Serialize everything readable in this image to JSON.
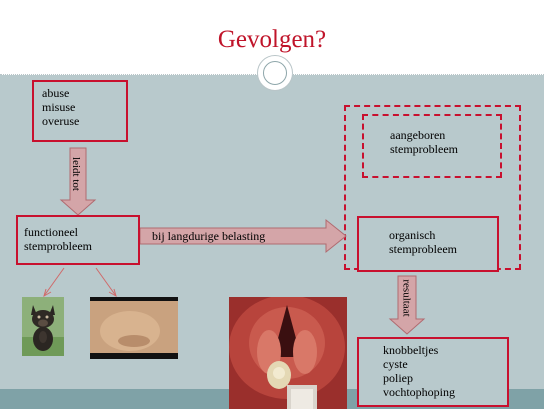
{
  "title": "Gevolgen?",
  "boxes": {
    "causes": [
      "abuse",
      "misuse",
      "overuse"
    ],
    "functional": [
      "functioneel",
      "stemprobleem"
    ],
    "congenital": [
      "aangeboren",
      "stemprobleem"
    ],
    "organic": [
      "organisch",
      "stemprobleem"
    ],
    "results": [
      "knobbeltjes",
      "cyste",
      "poliep",
      "vochtophoping"
    ]
  },
  "arrows": {
    "leads_to": "leidt tot",
    "long_load": "bij langdurige belasting",
    "result": "resultaat"
  },
  "colors": {
    "title_red": "#c0142a",
    "box_border": "#c8102e",
    "arrow_fill": "#d4a5a8",
    "slide_body": "#b8c9cc",
    "footer_band": "#7fa2a7"
  }
}
